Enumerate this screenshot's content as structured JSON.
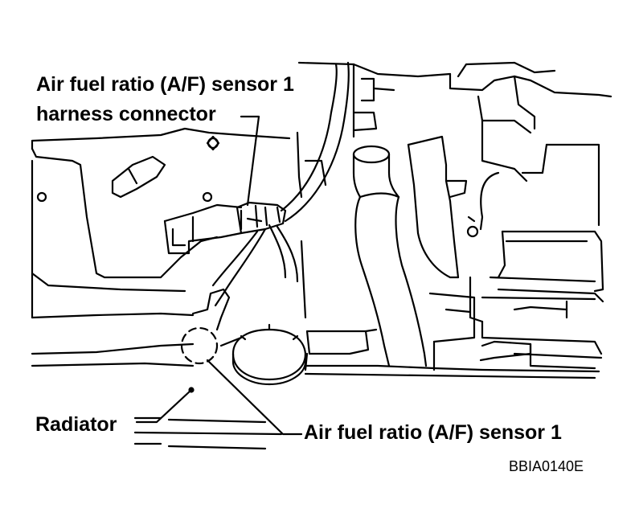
{
  "labels": {
    "connector_line1": "Air fuel ratio (A/F) sensor 1",
    "connector_line2": "harness connector",
    "radiator": "Radiator",
    "sensor": "Air fuel ratio (A/F) sensor 1",
    "figure_code": "BBIA0140E"
  },
  "colors": {
    "line": "#000000",
    "background": "#ffffff"
  }
}
